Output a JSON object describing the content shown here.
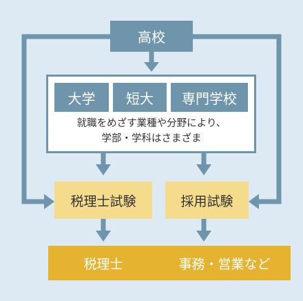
{
  "nodes": {
    "top": "高校",
    "group": [
      "大学",
      "短大",
      "専門学校"
    ],
    "group_note_line1": "就職をめざす業種や分野により、",
    "group_note_line2": "学部・学科はさまざま",
    "exam1": "税理士試験",
    "exam2": "採用試験",
    "result1": "税理士",
    "result2": "事務・営業など"
  },
  "colors": {
    "background": "#deeaf3",
    "slate": "#6f95ad",
    "exam_fill": "#f5dc8d",
    "result_fill": "#e6b331"
  }
}
